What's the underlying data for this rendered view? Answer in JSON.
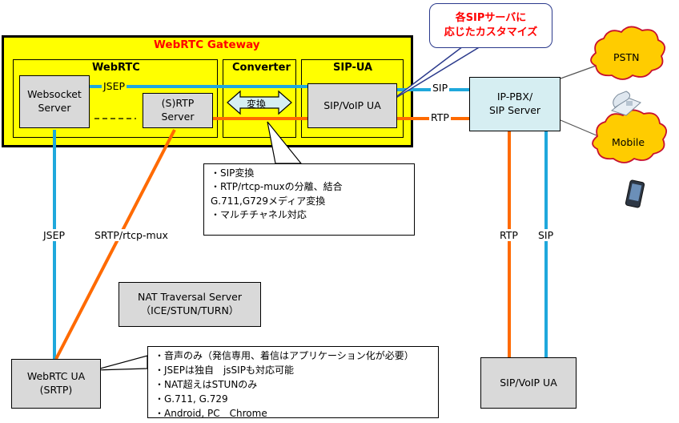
{
  "gateway": {
    "title": "WebRTC Gateway"
  },
  "webrtc": {
    "title": "WebRTC"
  },
  "websocket_server": {
    "line1": "Websocket",
    "line2": "Server"
  },
  "rtp_server": {
    "line1": "(S)RTP",
    "line2": "Server"
  },
  "converter": {
    "title": "Converter",
    "arrow_label": "変換"
  },
  "sipua_panel": {
    "title": "SIP-UA",
    "box_label": "SIP/VoIP UA"
  },
  "callout_custom": {
    "line1": "各SIPサーバに",
    "line2": "応じたカスタマイズ"
  },
  "pbx": {
    "line1": "IP-PBX/",
    "line2": "SIP Server"
  },
  "clouds": {
    "pstn": "PSTN",
    "mobile": "Mobile"
  },
  "link_labels": {
    "jsep_internal": "JSEP",
    "sip_gw": "SIP",
    "rtp_gw": "RTP",
    "jsep_vertical": "JSEP",
    "srtp": "SRTP/rtcp-mux",
    "rtp_pbx": "RTP",
    "sip_pbx": "SIP"
  },
  "converter_note": [
    "・SIP変換",
    "・RTP/rtcp-muxの分離、結合",
    "G.711,G729メディア変換",
    "・マルチチャネル対応"
  ],
  "nat_server": {
    "line1": "NAT Traversal Server",
    "line2": "（ICE/STUN/TURN）"
  },
  "webrtc_ua": {
    "line1": "WebRTC UA",
    "line2": "(SRTP)"
  },
  "ua_note": [
    "・音声のみ（発信専用、着信はアプリケーション化が必要）",
    "・JSEPは独自　jsSIPも対応可能",
    "・NAT超えはSTUNのみ",
    "・G.711, G.729",
    "・Android, PC　Chrome"
  ],
  "sip_voip_ua": {
    "label": "SIP/VoIP UA"
  },
  "colors": {
    "blue": "#1fa8dc",
    "orange": "#ff6a00",
    "yellow": "#ffff00",
    "gray": "#d9d9d9",
    "pbx": "#d6eef2",
    "red": "#ff0000"
  }
}
